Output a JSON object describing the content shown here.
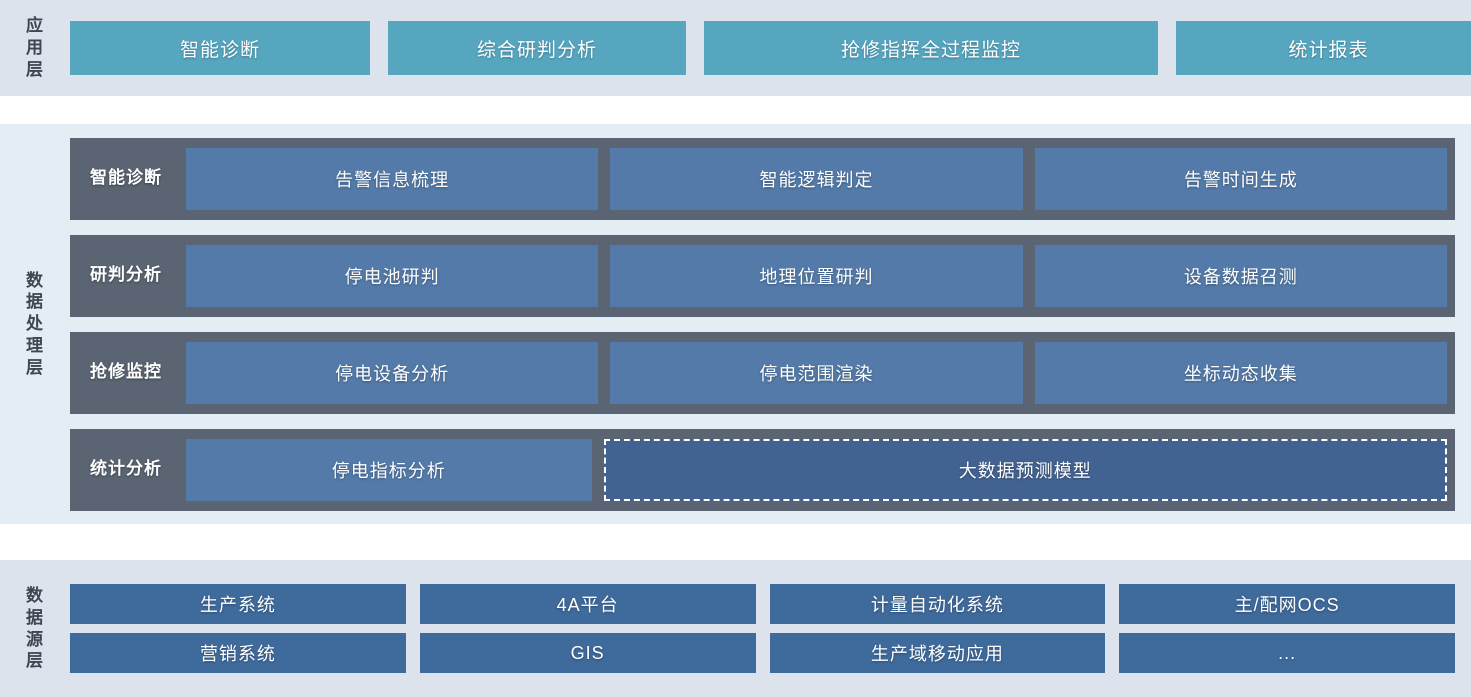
{
  "layers": [
    {
      "id": "application-layer",
      "label": "应用层",
      "boxes": [
        {
          "label": "智能诊断"
        },
        {
          "label": "综合研判分析"
        },
        {
          "label": "抢修指挥全过程监控"
        },
        {
          "label": "统计报表"
        }
      ]
    },
    {
      "id": "data-processing-layer",
      "label": "数据处理层",
      "rows": [
        {
          "label": "智能诊断",
          "cells": [
            {
              "label": "告警信息梳理",
              "dashed": false
            },
            {
              "label": "智能逻辑判定",
              "dashed": false
            },
            {
              "label": "告警时间生成",
              "dashed": false
            }
          ]
        },
        {
          "label": "研判分析",
          "cells": [
            {
              "label": "停电池研判",
              "dashed": false
            },
            {
              "label": "地理位置研判",
              "dashed": false
            },
            {
              "label": "设备数据召测",
              "dashed": false
            }
          ]
        },
        {
          "label": "抢修监控",
          "cells": [
            {
              "label": "停电设备分析",
              "dashed": false
            },
            {
              "label": "停电范围渲染",
              "dashed": false
            },
            {
              "label": "坐标动态收集",
              "dashed": false
            }
          ]
        },
        {
          "label": "统计分析",
          "cells": [
            {
              "label": "停电指标分析",
              "dashed": false
            },
            {
              "label": "大数据预测模型",
              "dashed": true
            }
          ]
        }
      ]
    },
    {
      "id": "data-source-layer",
      "label": "数据源层",
      "rows": [
        [
          {
            "label": "生产系统"
          },
          {
            "label": "4A平台"
          },
          {
            "label": "计量自动化系统"
          },
          {
            "label": "主/配网OCS"
          }
        ],
        [
          {
            "label": "营销系统"
          },
          {
            "label": "GIS"
          },
          {
            "label": "生产域移动应用"
          },
          {
            "label": "..."
          }
        ]
      ]
    }
  ],
  "colors": {
    "app_panel_bg": "#dde3ec",
    "app_box": "#56a6c0",
    "proc_panel_bg": "#e2eef4",
    "proc_row_bg": "#5a6472",
    "proc_cell": "#537aa8",
    "proc_cell_dashed": "#426291",
    "src_panel_bg": "#dde3ec",
    "src_box": "#3f6a9c",
    "label_text": "#3d4651",
    "box_text": "#ffffff"
  }
}
